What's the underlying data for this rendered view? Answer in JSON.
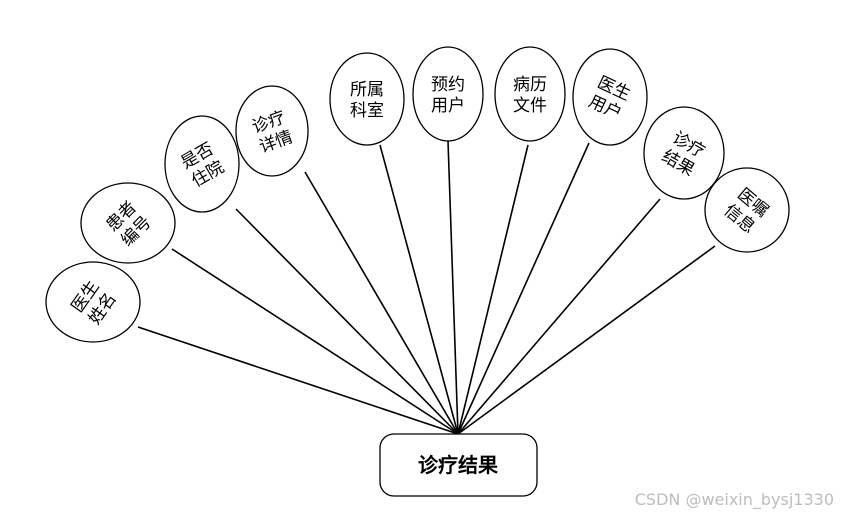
{
  "entity": {
    "label": "诊疗结果"
  },
  "attributes": [
    {
      "line1": "医生",
      "line2": "姓名"
    },
    {
      "line1": "患者",
      "line2": "编号"
    },
    {
      "line1": "是否",
      "line2": "住院"
    },
    {
      "line1": "诊疗",
      "line2": "详情"
    },
    {
      "line1": "所属",
      "line2": "科室"
    },
    {
      "line1": "预约",
      "line2": "用户"
    },
    {
      "line1": "病历",
      "line2": "文件"
    },
    {
      "line1": "医生",
      "line2": "用户"
    },
    {
      "line1": "诊疗",
      "line2": "结果"
    },
    {
      "line1": "医嘱",
      "line2": "信息"
    }
  ],
  "watermark": "CSDN @weixin_bysj1330"
}
